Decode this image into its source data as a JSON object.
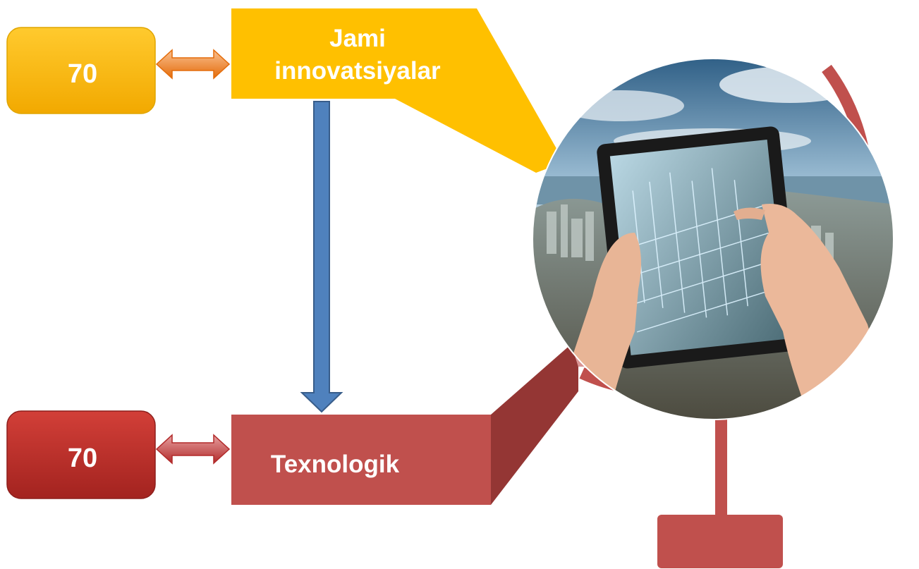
{
  "top_row": {
    "value": "70",
    "title_line1": "Jami",
    "title_line2": "innovatsiyalar",
    "color": "#FFC000"
  },
  "bottom_row": {
    "value": "70",
    "title": "Texnologik",
    "color": "#C0504D"
  },
  "connector_arrow_color": "#4F81BD",
  "illustration": {
    "icon": "globe-stand-icon",
    "photo": "tablet-city-photo"
  }
}
